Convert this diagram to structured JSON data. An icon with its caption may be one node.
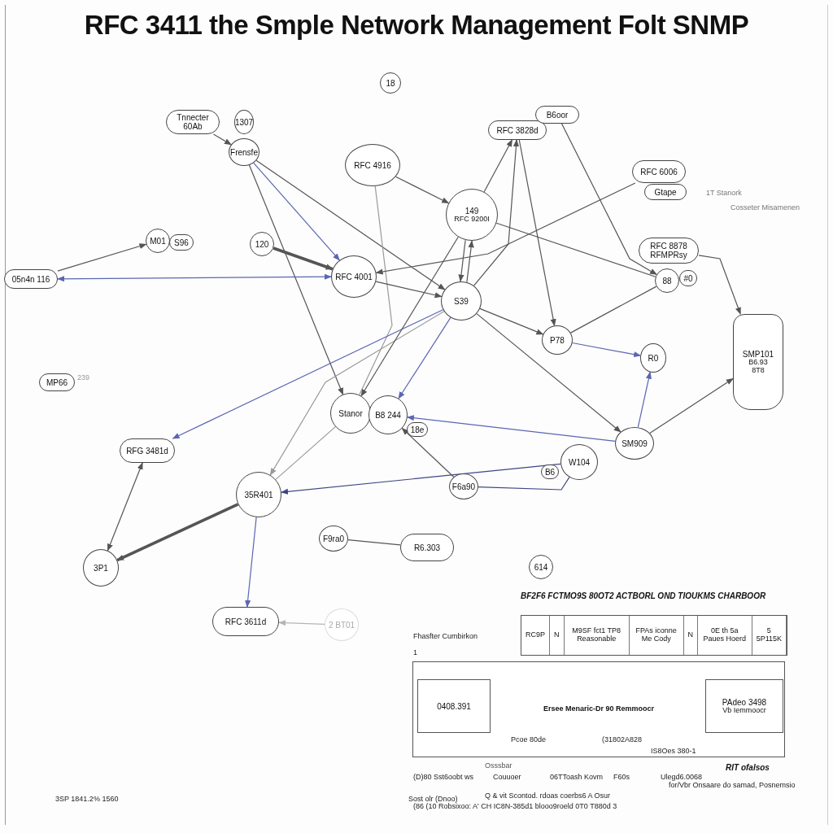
{
  "diagram": {
    "title": "RFC 3411 the Smple Network Management Folt SNMP",
    "nodes": [
      {
        "text": [
          "18"
        ]
      },
      {
        "text": [
          "Tnnecter 60Ab"
        ]
      },
      {
        "text": [
          "1307"
        ]
      },
      {
        "text": [
          "Frensfe"
        ]
      },
      {
        "text": [
          "RFC 4916"
        ]
      },
      {
        "text": [
          "RFC 3828d"
        ]
      },
      {
        "text": [
          "B6oor"
        ]
      },
      {
        "text": [
          "149",
          "RFC 9200I"
        ]
      },
      {
        "text": [
          "RFC 6006"
        ]
      },
      {
        "text": [
          "Gtape"
        ]
      },
      {
        "text": [
          "M01"
        ]
      },
      {
        "text": [
          "S96"
        ]
      },
      {
        "text": [
          "120"
        ]
      },
      {
        "text": [
          "RFC 4001"
        ]
      },
      {
        "text": [
          "05n4n 116"
        ]
      },
      {
        "text": [
          "RFC 8878 RFMPRsy"
        ]
      },
      {
        "text": [
          "88"
        ]
      },
      {
        "text": [
          "#0"
        ]
      },
      {
        "text": [
          "SMP101",
          "B6.93",
          "8T8"
        ]
      },
      {
        "text": [
          "S39"
        ]
      },
      {
        "text": [
          "P78"
        ]
      },
      {
        "text": [
          "MP66"
        ],
        "beside": [
          "239"
        ]
      },
      {
        "text": [
          "R0"
        ]
      },
      {
        "text": [
          "Stanor"
        ]
      },
      {
        "text": [
          "B8 244"
        ]
      },
      {
        "text": [
          "18e"
        ]
      },
      {
        "text": [
          "RFG 3481d"
        ]
      },
      {
        "text": [
          "SM909"
        ]
      },
      {
        "text": [
          "W104"
        ]
      },
      {
        "text": [
          "B6"
        ]
      },
      {
        "text": [
          "F6a90"
        ]
      },
      {
        "text": [
          "35R401"
        ]
      },
      {
        "text": [
          "F9ra0"
        ]
      },
      {
        "text": [
          "R6.303"
        ]
      },
      {
        "text": [
          "614"
        ]
      },
      {
        "text": [
          "3P1"
        ]
      },
      {
        "text": [
          "RFC 3611d"
        ]
      },
      {
        "text": [
          "2 BT01"
        ]
      },
      {
        "text": [
          "RC9P",
          "N",
          "M9SF fct1 TP8 Reasonable",
          "FPAs iconne Me Cody",
          "N",
          "0E th 5a Paues Hoerd",
          "5 5P115K"
        ]
      },
      {
        "text": [
          "Ersee Menaric-Dr 90 Remmoocr"
        ]
      },
      {
        "text": [
          "0408.391"
        ],
        "in": 39
      },
      {
        "text": [
          "PAdeo 3498",
          "Vb Iemmoocr"
        ],
        "in": 39
      }
    ],
    "edges": [
      {
        "from": 1,
        "to": 3,
        "arrow": "to"
      },
      {
        "from": 3,
        "to": 13,
        "arrow": "to",
        "color": "#5a66b0"
      },
      {
        "from": 3,
        "to": 19,
        "arrow": "to"
      },
      {
        "from": 3,
        "to": 23,
        "arrow": "to"
      },
      {
        "from": 4,
        "to": 7,
        "arrow": "to"
      },
      {
        "from": 4,
        "to": 23,
        "arrow": "none",
        "color": "#9a9a9a"
      },
      {
        "from": 7,
        "to": 5,
        "arrow": "to"
      },
      {
        "from": 7,
        "to": 19,
        "arrow": "to"
      },
      {
        "from": 19,
        "to": 7,
        "arrow": "to"
      },
      {
        "from": 19,
        "to": 5,
        "arrow": "to"
      },
      {
        "from": 5,
        "to": 20,
        "arrow": "to"
      },
      {
        "from": 8,
        "to": 13,
        "arrow": "to"
      },
      {
        "from": 6,
        "to": 16,
        "arrow": "to"
      },
      {
        "from": 7,
        "to": 16,
        "arrow": "none"
      },
      {
        "from": 15,
        "to": 18,
        "arrow": "to"
      },
      {
        "from": 12,
        "to": 13,
        "arrow": "to",
        "style": "thick"
      },
      {
        "from": 14,
        "to": 13,
        "arrow": "both",
        "color": "#5a66b0"
      },
      {
        "from": 14,
        "to": 10,
        "arrow": "to"
      },
      {
        "from": 13,
        "to": 19,
        "arrow": "to"
      },
      {
        "from": 19,
        "to": 20,
        "arrow": "to"
      },
      {
        "from": 20,
        "to": 22,
        "arrow": "to",
        "color": "#5a66b0"
      },
      {
        "from": 19,
        "to": 27,
        "arrow": "to"
      },
      {
        "from": 19,
        "to": 24,
        "arrow": "to",
        "color": "#5a66b0"
      },
      {
        "from": 19,
        "to": 31,
        "arrow": "to",
        "color": "#9a9a9a"
      },
      {
        "from": 19,
        "to": 26,
        "arrow": "to",
        "color": "#5a66b0"
      },
      {
        "from": 27,
        "to": 22,
        "arrow": "to",
        "color": "#5a66b0"
      },
      {
        "from": 27,
        "to": 24,
        "arrow": "to",
        "color": "#5a66b0"
      },
      {
        "from": 28,
        "to": 31,
        "arrow": "to",
        "color": "#3e4680"
      },
      {
        "from": 27,
        "to": 18,
        "arrow": "to"
      },
      {
        "from": 30,
        "to": 24,
        "arrow": "to"
      },
      {
        "from": 30,
        "to": 28,
        "arrow": "none",
        "color": "#3e4680"
      },
      {
        "from": 16,
        "to": 20,
        "arrow": "none"
      },
      {
        "from": 31,
        "to": 35,
        "arrow": "to",
        "style": "thick"
      },
      {
        "from": 31,
        "to": 36,
        "arrow": "to",
        "color": "#5a66b0"
      },
      {
        "from": 26,
        "to": 35,
        "arrow": "both"
      },
      {
        "from": 32,
        "to": 33,
        "arrow": "none"
      },
      {
        "from": 37,
        "to": 36,
        "arrow": "to",
        "color": "#b5b5b5"
      },
      {
        "from": 7,
        "to": 23,
        "arrow": "to"
      },
      {
        "from": 31,
        "to": 23,
        "arrow": "none",
        "color": "#9a9a9a"
      }
    ],
    "labels": [
      "1T Stanork",
      "Cosseter Misamenen",
      "BF2F6 FCTMO9S 80OT2 ACTBORL OND TIOUKMS CHARBOOR",
      "Fhasfter Cumbirkon",
      "1",
      "Pcoe 80de",
      "(31802A828",
      "IS8Oes 380-1",
      "Osssbar",
      "(D)80 Sst6oobt ws",
      "Couuoer",
      "06TToash Kovm",
      "F60s",
      "Ulegd6.0068",
      "RIT ofalsos",
      "for/Vbr Onsaare do samad, Posnemsio",
      "Sost olr (Dnoo)",
      "Q & vit Scontod. rdoas coerbs6 A Osur",
      "(86 (10 Robsixoo: A' CH IC8N-385d1 blooo9roeld 0T0 T880d 3",
      "3SP 1841.2% 1560"
    ]
  }
}
